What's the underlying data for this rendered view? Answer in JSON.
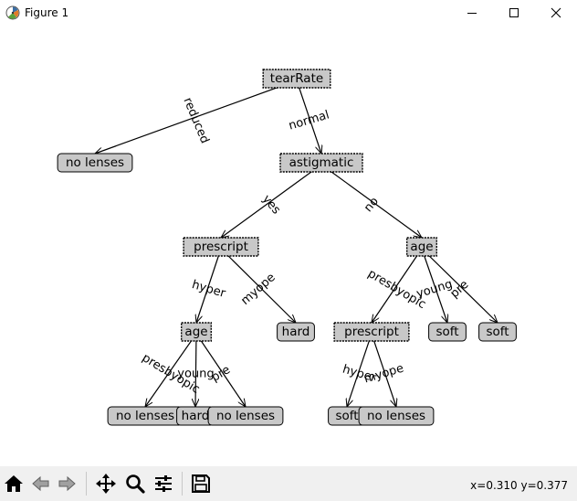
{
  "window": {
    "title": "Figure 1"
  },
  "tree": {
    "nodes": [
      {
        "id": "n-tearrate",
        "label": "tearRate",
        "kind": "decision"
      },
      {
        "id": "n-nolenses-1",
        "label": "no lenses",
        "kind": "leaf"
      },
      {
        "id": "n-astigmatic",
        "label": "astigmatic",
        "kind": "decision"
      },
      {
        "id": "n-prescript-1",
        "label": "prescript",
        "kind": "decision"
      },
      {
        "id": "n-age-1",
        "label": "age",
        "kind": "decision"
      },
      {
        "id": "n-age-2",
        "label": "age",
        "kind": "decision"
      },
      {
        "id": "n-hard-1",
        "label": "hard",
        "kind": "leaf"
      },
      {
        "id": "n-prescript-2",
        "label": "prescript",
        "kind": "decision"
      },
      {
        "id": "n-soft-1",
        "label": "soft",
        "kind": "leaf"
      },
      {
        "id": "n-soft-2",
        "label": "soft",
        "kind": "leaf"
      },
      {
        "id": "n-nolenses-2",
        "label": "no lenses",
        "kind": "leaf"
      },
      {
        "id": "n-hard-2",
        "label": "hard",
        "kind": "leaf"
      },
      {
        "id": "n-nolenses-3",
        "label": "no lenses",
        "kind": "leaf"
      },
      {
        "id": "n-soft-3",
        "label": "soft",
        "kind": "leaf"
      },
      {
        "id": "n-nolenses-4",
        "label": "no lenses",
        "kind": "leaf"
      }
    ],
    "edges": [
      {
        "from": "n-tearrate",
        "to": "n-nolenses-1",
        "label": "reduced"
      },
      {
        "from": "n-tearrate",
        "to": "n-astigmatic",
        "label": "normal"
      },
      {
        "from": "n-astigmatic",
        "to": "n-prescript-1",
        "label": "yes"
      },
      {
        "from": "n-astigmatic",
        "to": "n-age-1",
        "label": "no"
      },
      {
        "from": "n-prescript-1",
        "to": "n-age-2",
        "label": "hyper"
      },
      {
        "from": "n-prescript-1",
        "to": "n-hard-1",
        "label": "myope"
      },
      {
        "from": "n-age-1",
        "to": "n-prescript-2",
        "label": "presbyopic"
      },
      {
        "from": "n-age-1",
        "to": "n-soft-1",
        "label": "young"
      },
      {
        "from": "n-age-1",
        "to": "n-soft-2",
        "label": "pre"
      },
      {
        "from": "n-age-2",
        "to": "n-nolenses-2",
        "label": "presbyopic"
      },
      {
        "from": "n-age-2",
        "to": "n-hard-2",
        "label": "young"
      },
      {
        "from": "n-age-2",
        "to": "n-nolenses-3",
        "label": "pre"
      },
      {
        "from": "n-prescript-2",
        "to": "n-soft-3",
        "label": "hyper"
      },
      {
        "from": "n-prescript-2",
        "to": "n-nolenses-4",
        "label": "myope"
      }
    ]
  },
  "toolbar": {
    "buttons": [
      {
        "icon": "home-icon"
      },
      {
        "icon": "back-arrow-icon"
      },
      {
        "icon": "forward-arrow-icon"
      },
      {
        "icon": "pan-icon"
      },
      {
        "icon": "zoom-icon"
      },
      {
        "icon": "configure-subplots-icon"
      },
      {
        "icon": "save-icon"
      }
    ],
    "coords_text": "x=0.310 y=0.377"
  },
  "colors": {
    "node_fill": "#c8c8c8",
    "toolbar_bg": "#f0f0f0"
  }
}
